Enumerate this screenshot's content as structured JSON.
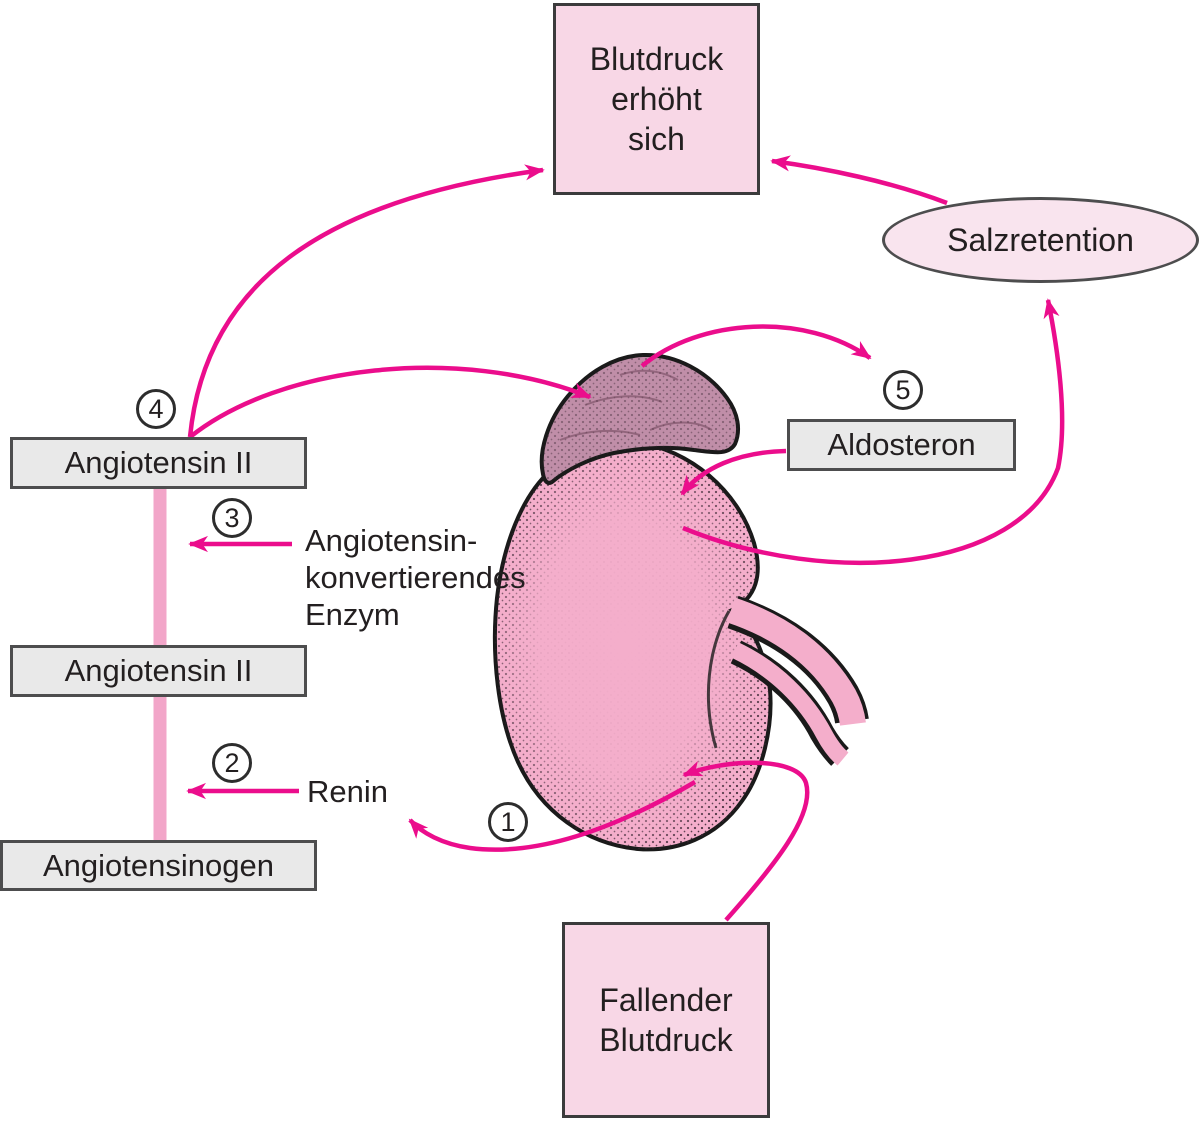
{
  "colors": {
    "magenta": "#EB0D8C",
    "pink-line": "#F2A6C9",
    "box-pink-fill": "#F8D7E6",
    "ellipse-fill": "#F9E4EE",
    "gray-fill": "#E9E9E9",
    "gray-border": "#4D4D4E",
    "dark-border": "#3B3B3C",
    "text": "#231F20",
    "kidney-fill": "#F4AECB",
    "adrenal-fill": "#C08EA8",
    "outline": "#1A1A1A"
  },
  "nodes": {
    "blutdruck_erhoeht": "Blutdruck\nerhöht\nsich",
    "salzretention": "Salzretention",
    "aldosteron": "Aldosteron",
    "angiotensin2_a": "Angiotensin II",
    "angiotensin2_b": "Angiotensin II",
    "angiotensinogen": "Angiotensinogen",
    "fallender_blutdruck": "Fallender\nBlutdruck"
  },
  "labels": {
    "ace_enzym": "Angiotensin-\nkonvertierendes\nEnzym",
    "renin": "Renin"
  },
  "steps": [
    "1",
    "2",
    "3",
    "4",
    "5"
  ]
}
